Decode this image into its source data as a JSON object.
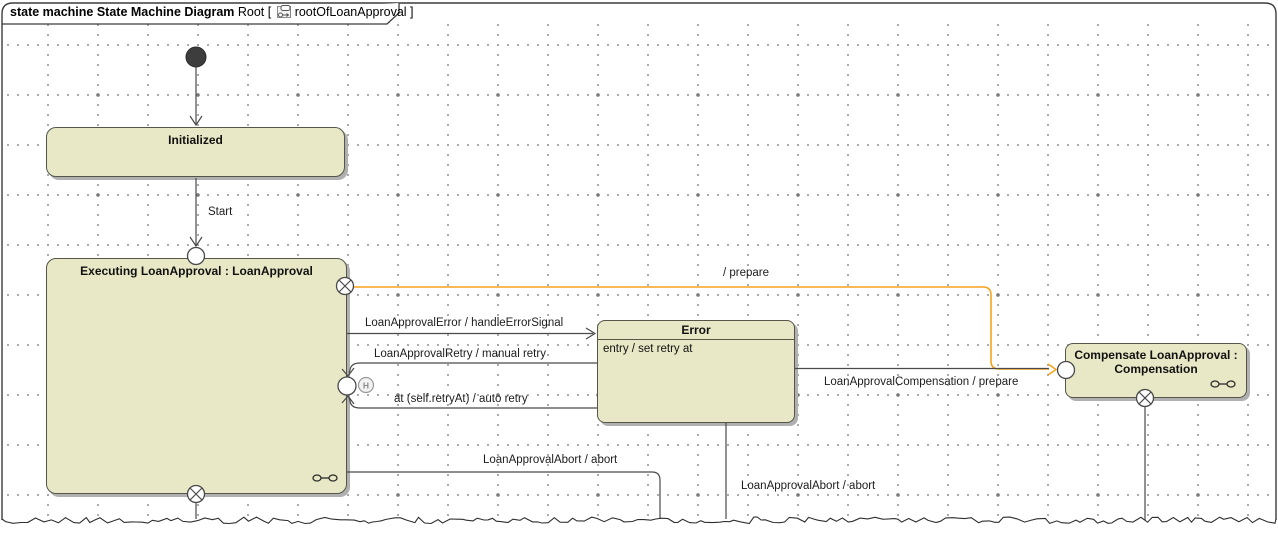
{
  "frame": {
    "keyword": "state machine ",
    "diagram_name": "State Machine Diagram ",
    "context": "Root [ ",
    "reference": "rootOfLoanApproval ]",
    "icon": "state-machine-diagram-icon"
  },
  "states": {
    "initialized": {
      "name": "Initialized"
    },
    "executing": {
      "name": "Executing LoanApproval : LoanApproval",
      "submachine_icon": "submachine-icon"
    },
    "error": {
      "name": "Error",
      "entry_activity": "entry / set retry at"
    },
    "compensate": {
      "name_line1": "Compensate LoanApproval :",
      "name_line2": "Compensation",
      "submachine_icon": "submachine-icon"
    }
  },
  "pseudostates": {
    "initial": "initial-node",
    "shallow_history_label": "H"
  },
  "transitions": {
    "start": "Start",
    "prepare": "/ prepare",
    "error_signal": "LoanApprovalError / handleErrorSignal",
    "manual_retry": "LoanApprovalRetry / manual retry",
    "auto_retry": "at (self.retryAt) / auto retry",
    "abort_from_executing": "LoanApprovalAbort / abort",
    "abort_from_error": "LoanApprovalAbort / abort",
    "compensation": "LoanApprovalCompensation / prepare"
  },
  "colors": {
    "state_fill": "#e8e8c6",
    "state_border": "#55554a",
    "transition_line": "#4a4a4a",
    "highlight_transition": "#f7a41d",
    "grid_dot": "#9c9c9c"
  }
}
